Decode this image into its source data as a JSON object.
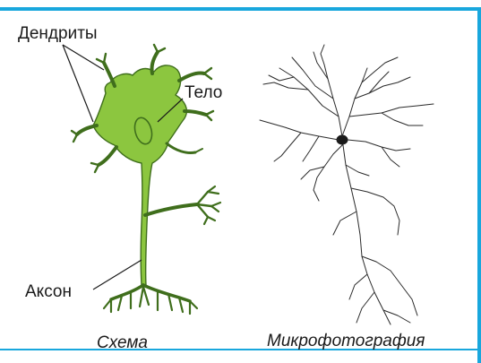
{
  "labels": {
    "dendrites": "Дендриты",
    "body": "Тело",
    "axon": "Аксон"
  },
  "captions": {
    "scheme": "Схема",
    "micrograph": "Микрофотография"
  },
  "colors": {
    "frame": "#19a7dd",
    "neuron_fill": "#8cc63f",
    "neuron_stroke": "#3f6e1c",
    "micro_line": "#2a2a2a"
  }
}
